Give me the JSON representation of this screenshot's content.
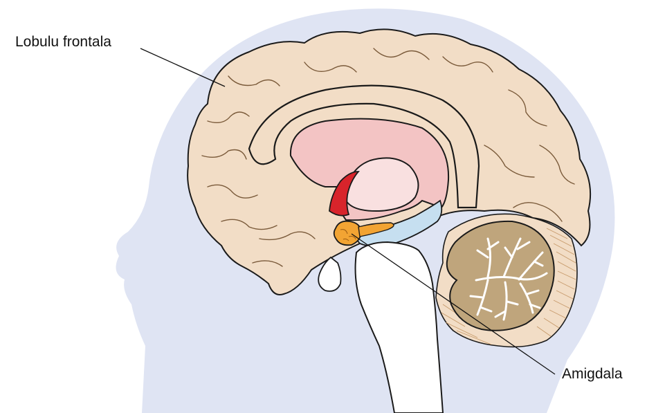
{
  "labels": {
    "frontal_lobe": "Lobulu frontala",
    "amygdala": "Amigdala"
  },
  "colors": {
    "head_silhouette": "#dfe4f3",
    "brain_tissue": "#f2ddc6",
    "outline": "#1a1a1a",
    "cingulate_pink": "#f3c4c4",
    "thalamus_light_pink": "#f9e0e0",
    "fornix_red": "#d8242b",
    "hippocampus_blue": "#c6dff0",
    "amygdala_orange": "#f2a433",
    "cerebellum_brown": "#bfa57c",
    "brainstem_white": "#ffffff"
  },
  "icons": {
    "frontal_leader": "leader-line",
    "amygdala_leader": "leader-line"
  }
}
